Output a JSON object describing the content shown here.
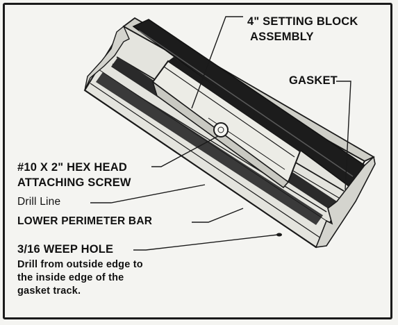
{
  "labels": {
    "setting_block_line1": "4\" SETTING BLOCK",
    "setting_block_line2": "ASSEMBLY",
    "gasket": "GASKET",
    "screw_line1": "#10 X 2\" HEX HEAD",
    "screw_line2": "ATTACHING SCREW",
    "drill_line": "Drill Line",
    "lower_perimeter_bar": "LOWER PERIMETER BAR",
    "weep_hole": "3/16 WEEP HOLE",
    "weep_note": "Drill from outside edge to\nthe inside edge of the\ngasket track."
  },
  "colors": {
    "background": "#f4f4f1",
    "line": "#1a1a1a",
    "gasket_fill": "#1c1c1c",
    "metal_fill": "#e2e2dc"
  }
}
